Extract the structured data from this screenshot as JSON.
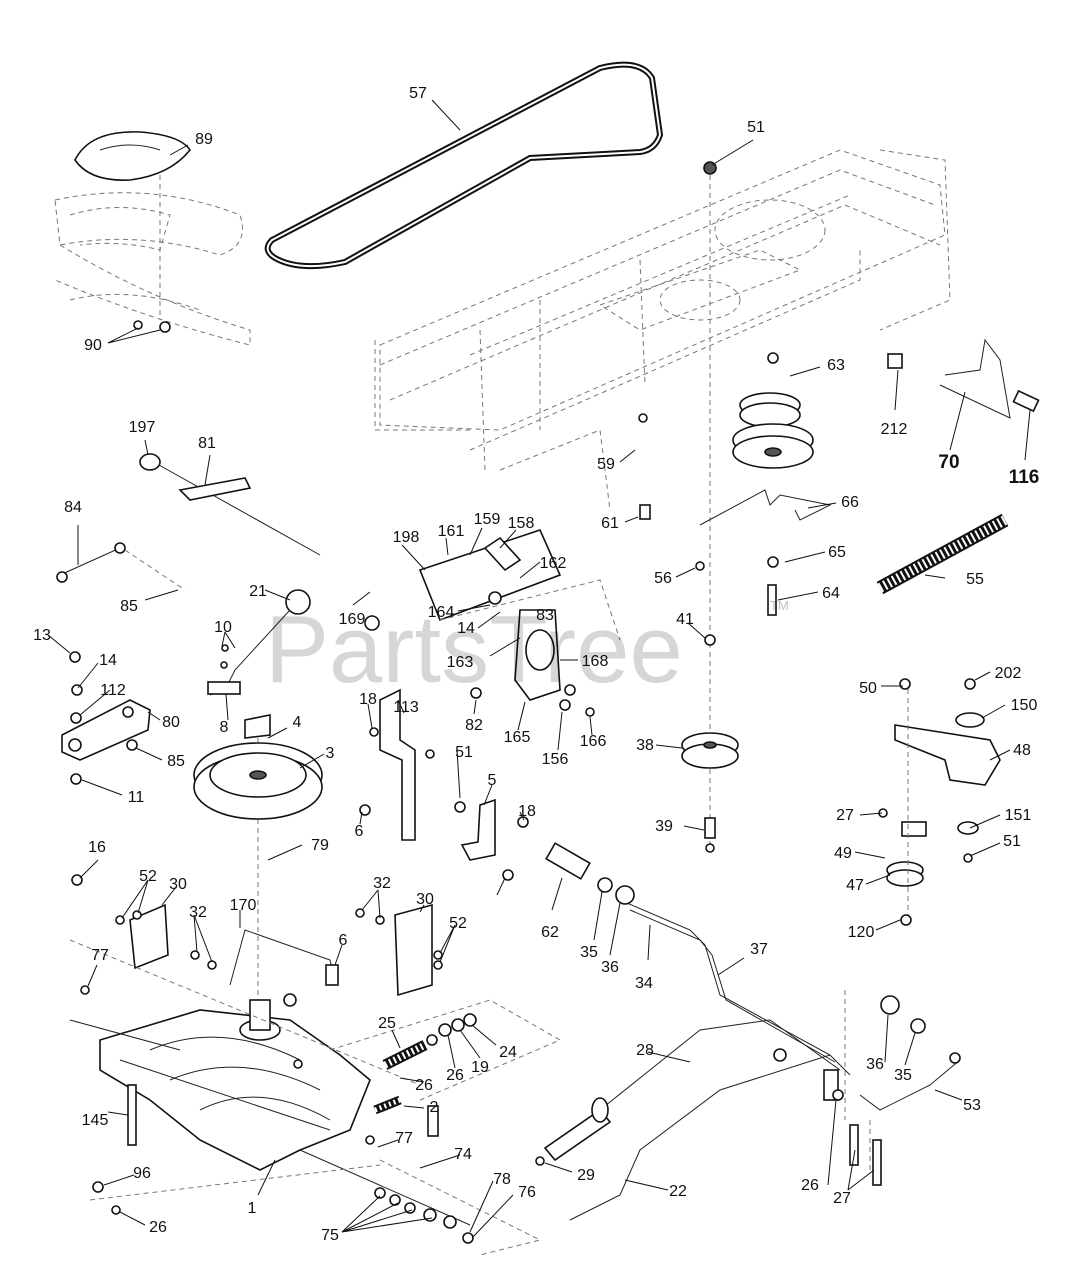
{
  "watermark": {
    "text": "PartsTree",
    "trademark": "TM"
  },
  "callouts": [
    "57",
    "51",
    "89",
    "90",
    "63",
    "212",
    "70",
    "116",
    "197",
    "81",
    "59",
    "61",
    "66",
    "84",
    "198",
    "161",
    "159",
    "158",
    "162",
    "65",
    "56",
    "55",
    "85",
    "21",
    "169",
    "164",
    "14",
    "83",
    "64",
    "41",
    "13",
    "10",
    "163",
    "168",
    "14",
    "112",
    "80",
    "8",
    "82",
    "18",
    "113",
    "50",
    "202",
    "150",
    "4",
    "165",
    "156",
    "166",
    "38",
    "48",
    "85",
    "11",
    "3",
    "51",
    "5",
    "18",
    "6",
    "39",
    "27",
    "151",
    "51",
    "16",
    "79",
    "49",
    "47",
    "120",
    "52",
    "30",
    "32",
    "32",
    "30",
    "52",
    "170",
    "6",
    "62",
    "35",
    "36",
    "37",
    "34",
    "77",
    "25",
    "24",
    "26",
    "19",
    "28",
    "36",
    "35",
    "145",
    "26",
    "2",
    "53",
    "77",
    "74",
    "29",
    "96",
    "1",
    "78",
    "76",
    "22",
    "26",
    "27",
    "26",
    "75"
  ]
}
